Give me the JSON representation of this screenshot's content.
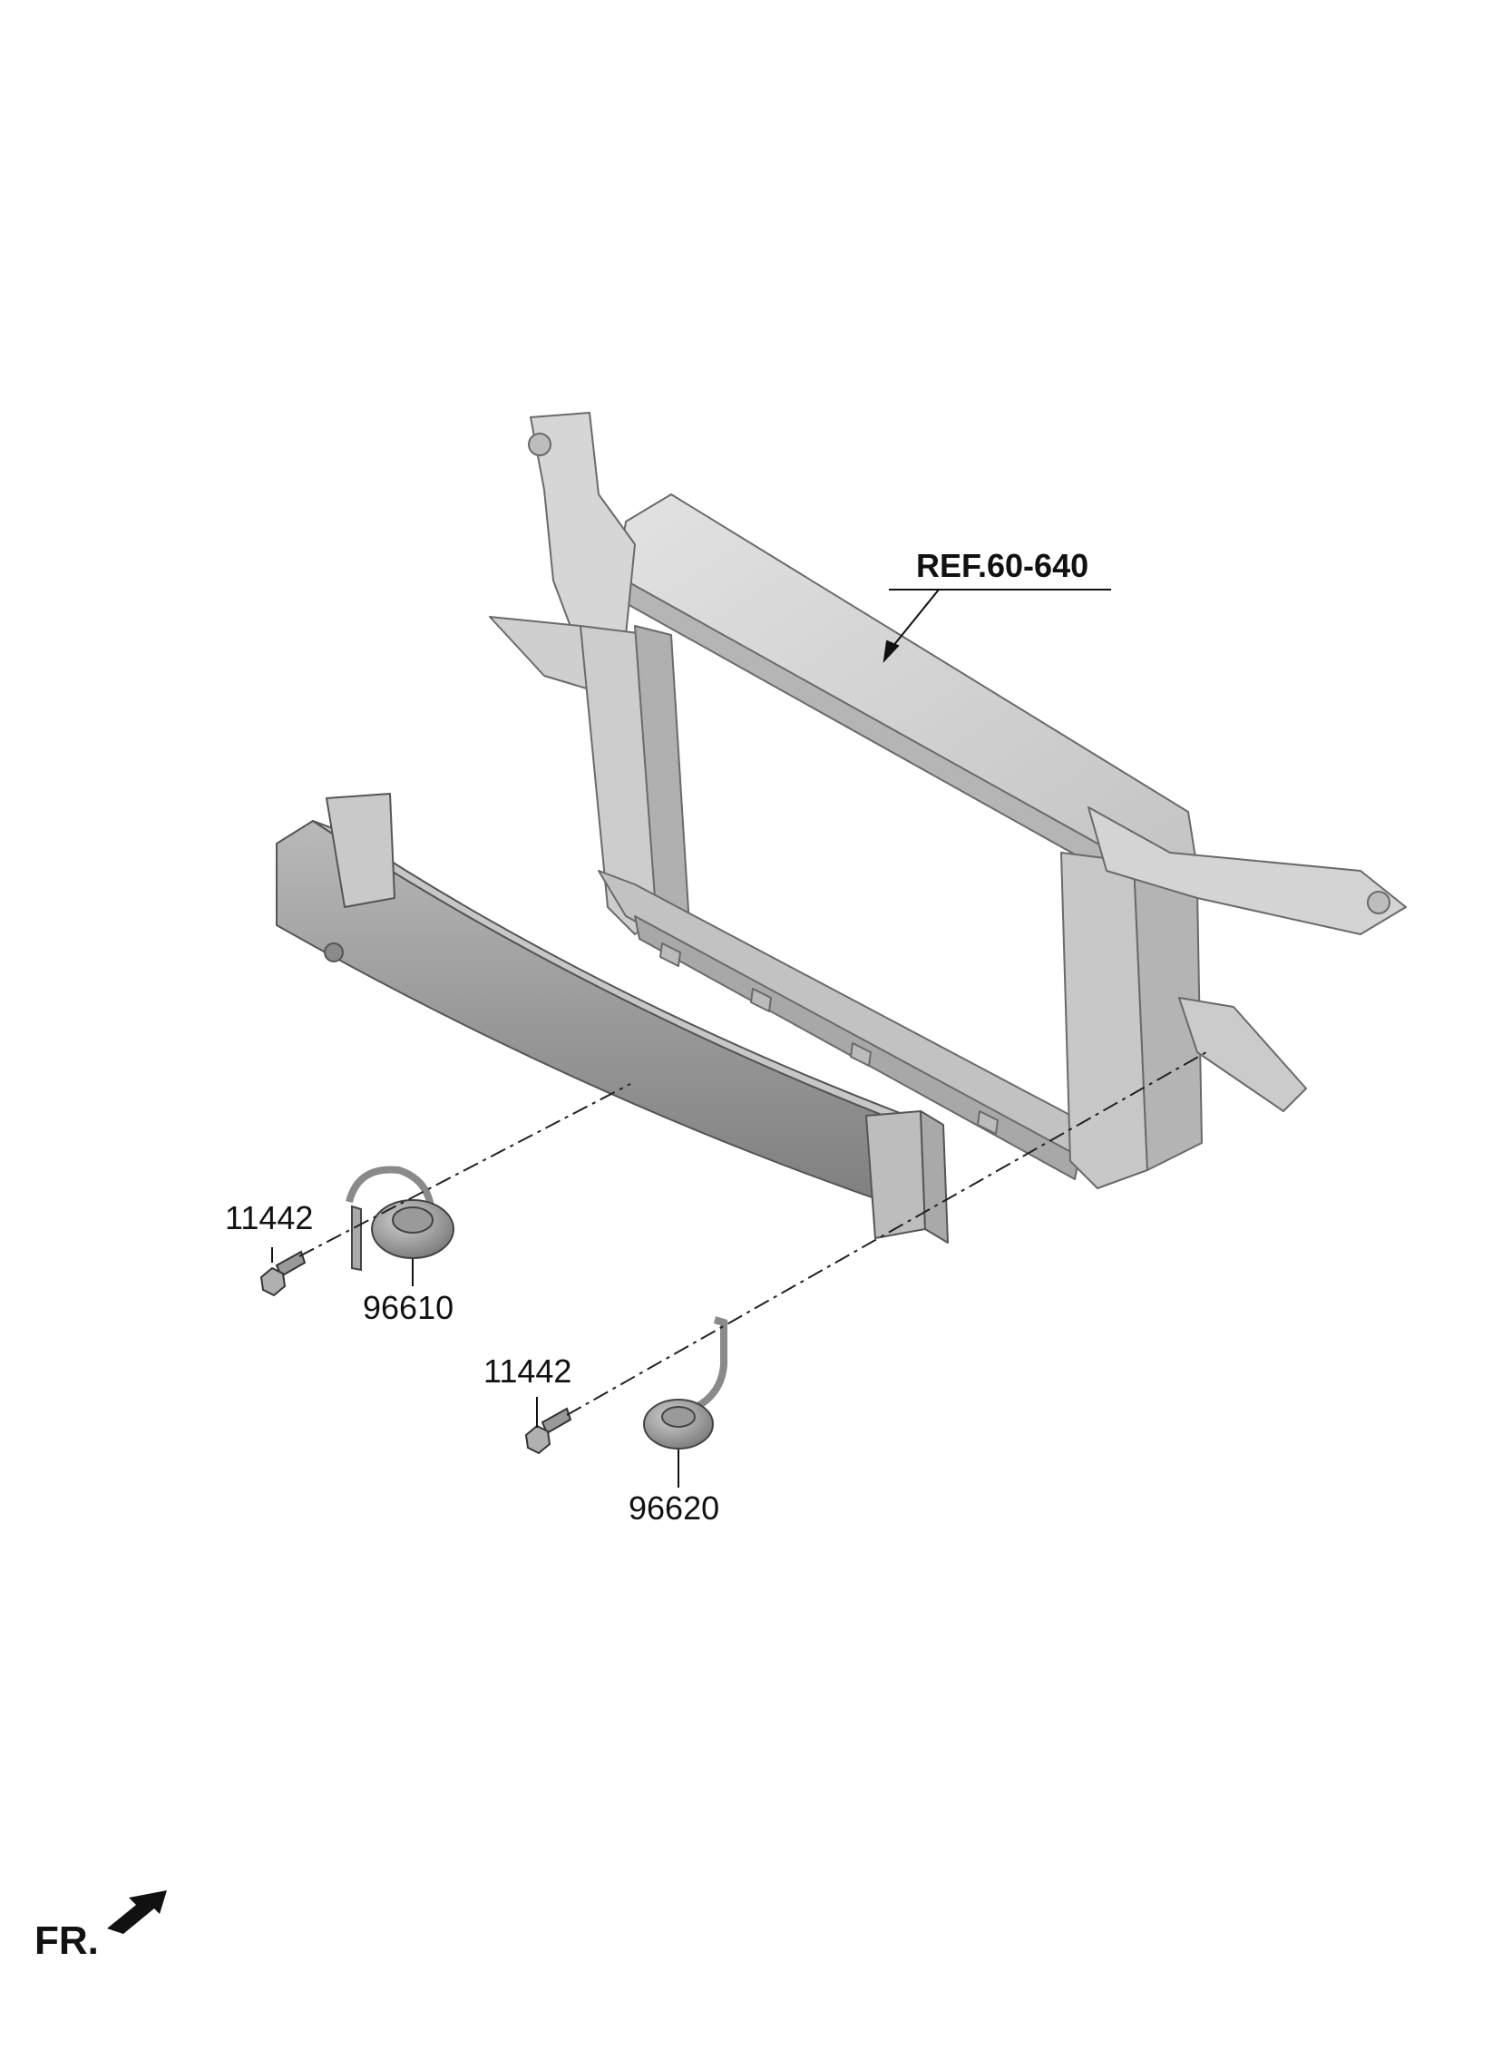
{
  "diagram": {
    "ref_label": "REF.60-640",
    "fr_label": "FR.",
    "parts": [
      {
        "number": "11442"
      },
      {
        "number": "96610"
      },
      {
        "number": "11442"
      },
      {
        "number": "96620"
      }
    ]
  }
}
